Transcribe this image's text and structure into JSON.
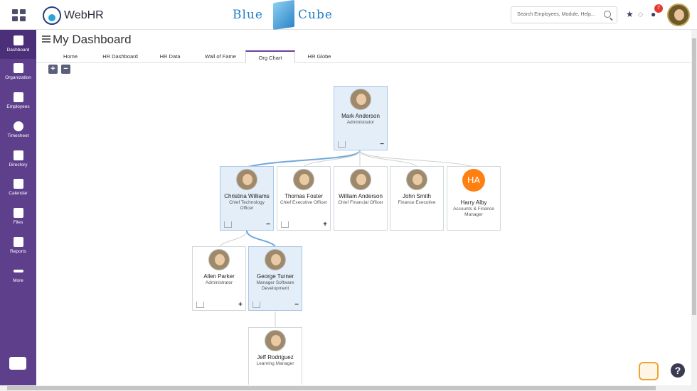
{
  "app": {
    "name": "WebHR",
    "brand_left": "Blue",
    "brand_right": "Cube"
  },
  "search": {
    "placeholder": "Search Employees, Module, Help..."
  },
  "notifications": {
    "count": "7"
  },
  "sidebar": {
    "items": [
      {
        "label": "Dashboard",
        "icon": "home-icon"
      },
      {
        "label": "Organization",
        "icon": "gear-icon"
      },
      {
        "label": "Employees",
        "icon": "people-icon"
      },
      {
        "label": "Timesheet",
        "icon": "clock-icon"
      },
      {
        "label": "Directory",
        "icon": "id-card-icon"
      },
      {
        "label": "Calendar",
        "icon": "calendar-icon"
      },
      {
        "label": "Files",
        "icon": "folder-icon"
      },
      {
        "label": "Reports",
        "icon": "bar-chart-icon"
      },
      {
        "label": "More",
        "icon": "dots-icon"
      }
    ]
  },
  "header": {
    "title": "My Dashboard"
  },
  "tabs": [
    {
      "label": "Home"
    },
    {
      "label": "HR Dashboard"
    },
    {
      "label": "HR Data"
    },
    {
      "label": "Wall of Fame"
    },
    {
      "label": "Org Chart"
    },
    {
      "label": "HR Globe"
    }
  ],
  "active_tab": "Org Chart",
  "zoom": {
    "in": "+",
    "out": "−"
  },
  "org_chart": {
    "nodes": [
      {
        "name": "Mark Anderson",
        "role": "Administrator",
        "toggle": "−"
      },
      {
        "name": "Christina Williams",
        "role": "Chief Technology Officer",
        "toggle": "−"
      },
      {
        "name": "Thomas Foster",
        "role": "Chief Executive Officer",
        "toggle": "+"
      },
      {
        "name": "William Anderson",
        "role": "Chief Financial Officer",
        "toggle": ""
      },
      {
        "name": "John Smith",
        "role": "Finance Executive",
        "toggle": ""
      },
      {
        "name": "Harry Alby",
        "role": "Accounts & Finance Manager",
        "toggle": "",
        "initials": "HA"
      },
      {
        "name": "Allen Parker",
        "role": "Administrator",
        "toggle": "+"
      },
      {
        "name": "George Turner",
        "role": "Manager Software Development",
        "toggle": "−"
      },
      {
        "name": "Jeff Rodriguez",
        "role": "Learning Manager",
        "toggle": ""
      }
    ]
  },
  "colors": {
    "sidebar": "#5d3f8c",
    "accent": "#6a3fa0",
    "selected_node": "#e3eef9",
    "connector_active": "#6fa8dc"
  }
}
